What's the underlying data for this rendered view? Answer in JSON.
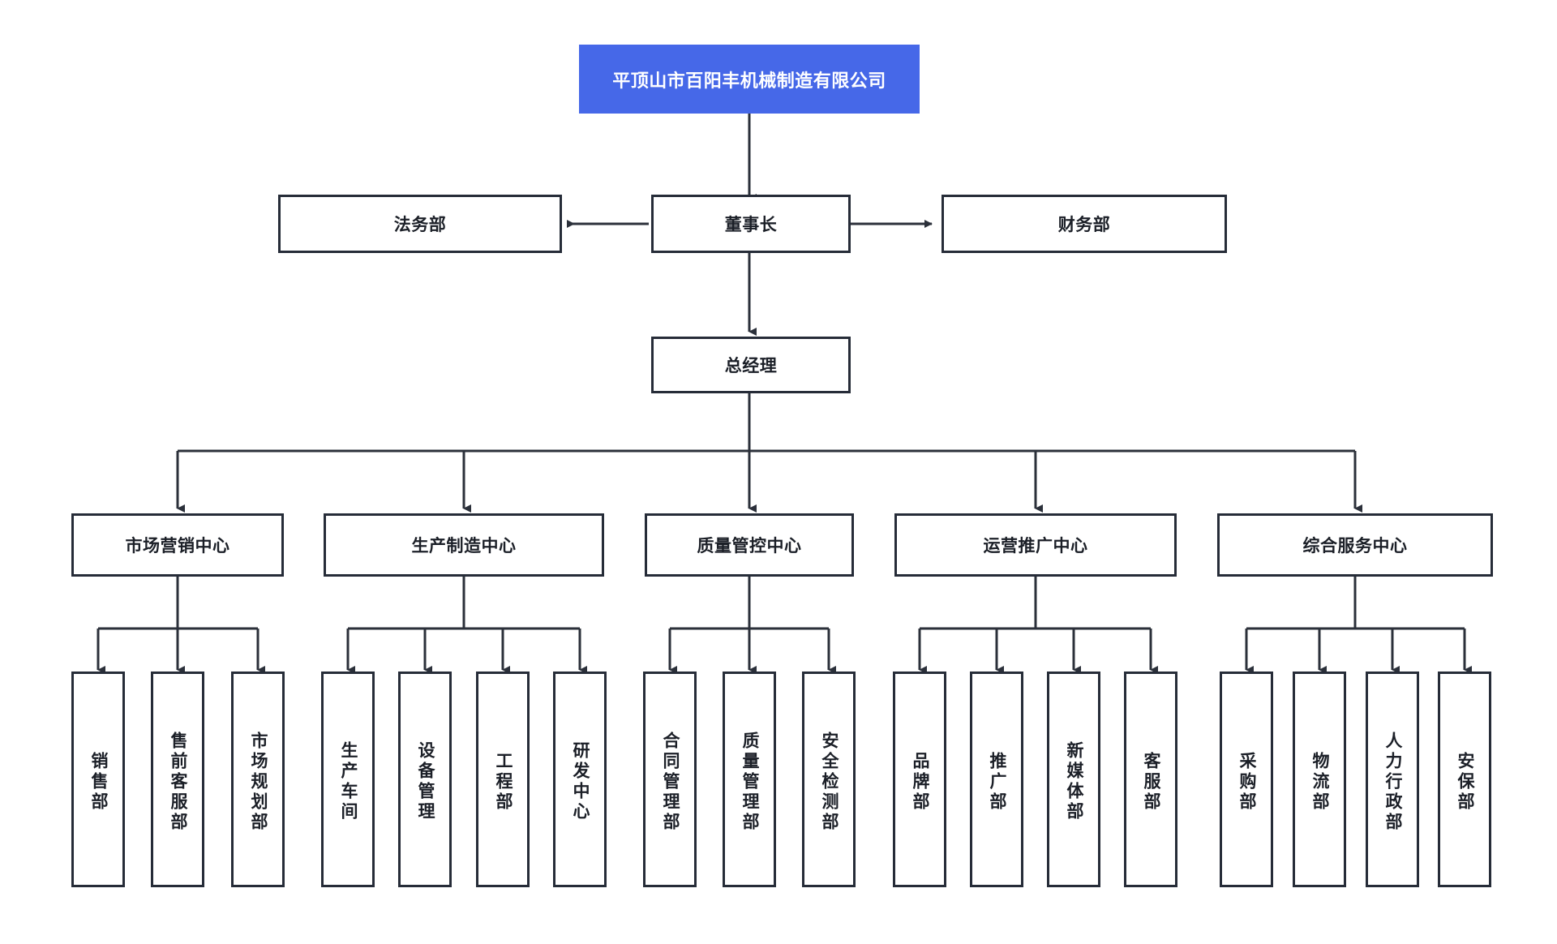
{
  "theme": {
    "accent": "#4668e8",
    "node_border": "#262c38",
    "edge": "#2b303a",
    "text": "#1b1f27",
    "root_text": "#ffffff",
    "background": "#ffffff"
  },
  "chart_data": {
    "type": "diagram",
    "subtype": "organization-chart",
    "title": "平顶山市百阳丰机械制造有限公司",
    "orientation": "top-down",
    "levels": 5,
    "node_count": 26
  },
  "root": {
    "label": "平顶山市百阳丰机械制造有限公司"
  },
  "executive": {
    "chairman": {
      "label": "董事长"
    },
    "legal": {
      "label": "法务部"
    },
    "finance": {
      "label": "财务部"
    },
    "general_manager": {
      "label": "总经理"
    }
  },
  "centers": [
    {
      "label": "市场营销中心",
      "departments": [
        {
          "label": "销售部"
        },
        {
          "label": "售前客服部"
        },
        {
          "label": "市场规划部"
        }
      ]
    },
    {
      "label": "生产制造中心",
      "departments": [
        {
          "label": "生产车间"
        },
        {
          "label": "设备管理"
        },
        {
          "label": "工程部"
        },
        {
          "label": "研发中心"
        }
      ]
    },
    {
      "label": "质量管控中心",
      "departments": [
        {
          "label": "合同管理部"
        },
        {
          "label": "质量管理部"
        },
        {
          "label": "安全检测部"
        }
      ]
    },
    {
      "label": "运营推广中心",
      "departments": [
        {
          "label": "品牌部"
        },
        {
          "label": "推广部"
        },
        {
          "label": "新媒体部"
        },
        {
          "label": "客服部"
        }
      ]
    },
    {
      "label": "综合服务中心",
      "departments": [
        {
          "label": "采购部"
        },
        {
          "label": "物流部"
        },
        {
          "label": "人力行政部"
        },
        {
          "label": "安保部"
        }
      ]
    }
  ]
}
